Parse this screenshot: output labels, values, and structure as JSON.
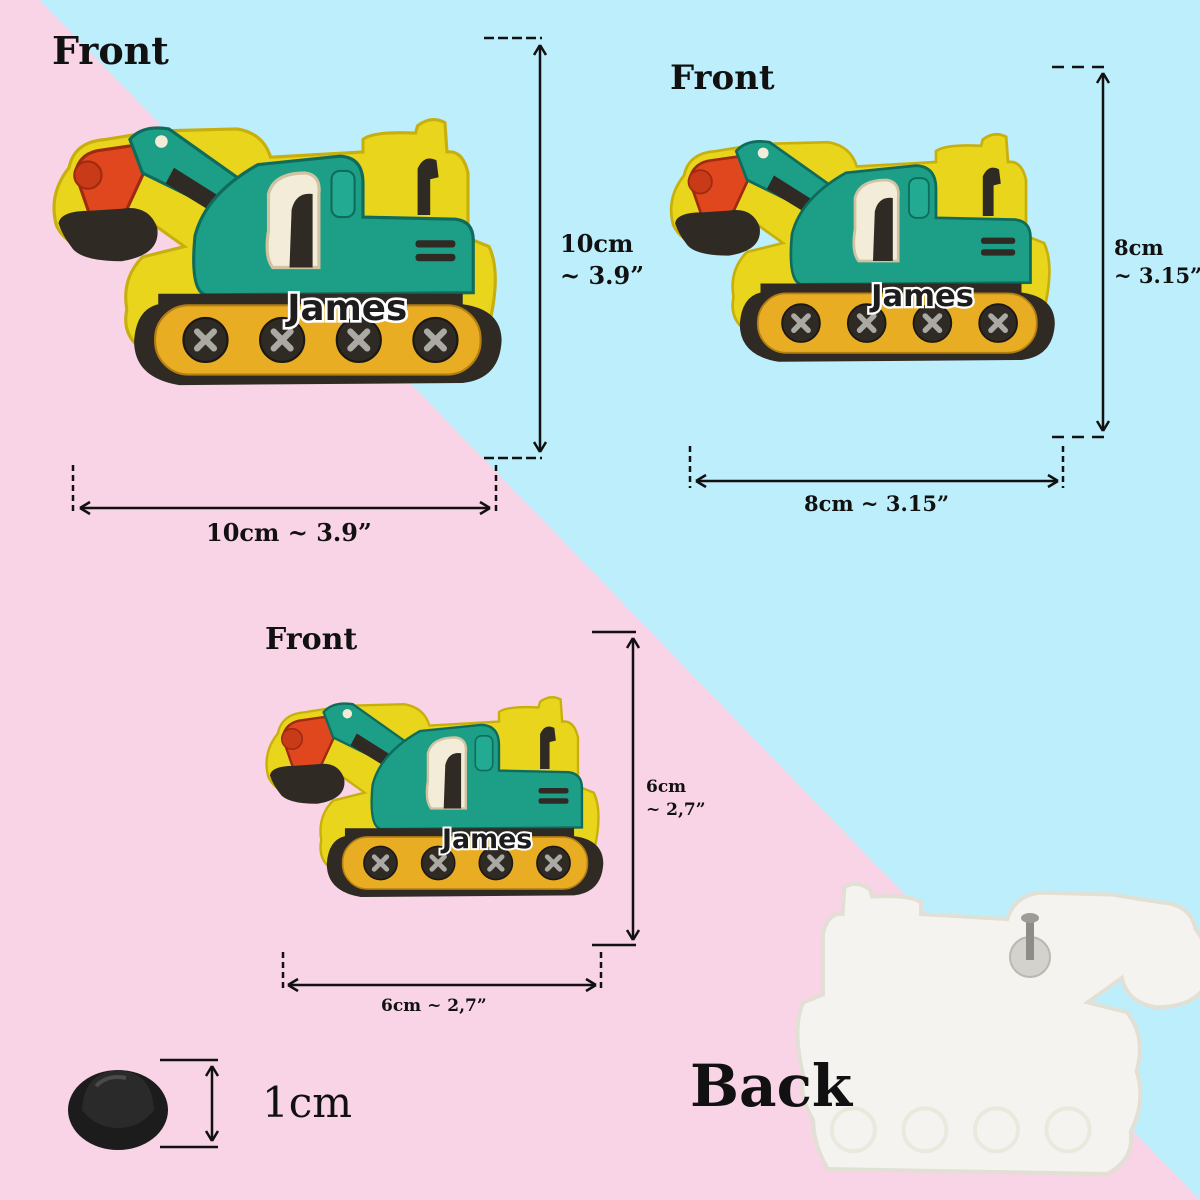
{
  "labels": {
    "front_large": "Front",
    "front_medium": "Front",
    "front_small": "Front",
    "back": "Back"
  },
  "dimensions": {
    "large_width": "10cm ~ 3.9”",
    "large_height_line1": "10cm",
    "large_height_line2": "~ 3.9”",
    "medium_width": "8cm ~ 3.15”",
    "medium_height_line1": "8cm",
    "medium_height_line2": "~ 3.15”",
    "small_width": "6cm ~ 2,7”",
    "small_height_line1": "6cm",
    "small_height_line2": "~ 2,7”",
    "clasp_height": "1cm"
  },
  "pin_name": "James",
  "colors": {
    "background_pink": "#f9d3e6",
    "background_blue": "#bdeefb",
    "body_green": "#1d9e86",
    "arm_red": "#e0471f",
    "track_yellow": "#e8ad22",
    "outline_dark": "#2f2a24",
    "edge_gold": "#e8d51c",
    "back_white": "#f4f3ef"
  },
  "icons": {
    "excavator_pin": "excavator-pin-icon",
    "clasp": "rubber-clasp-icon"
  }
}
